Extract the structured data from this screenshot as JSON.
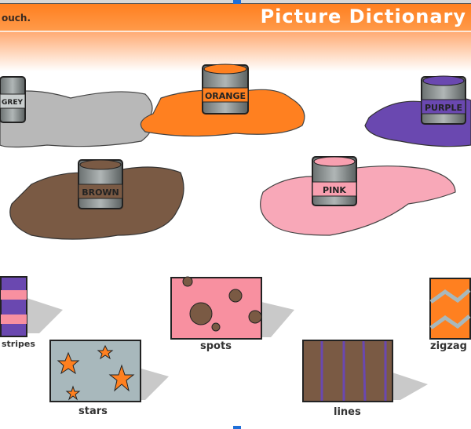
{
  "header": {
    "instruction": "ouch.",
    "title": "Picture Dictionary"
  },
  "paints": [
    {
      "label": "GREY",
      "color": "#b8b8b8"
    },
    {
      "label": "ORANGE",
      "color": "#ff8020"
    },
    {
      "label": "PURPLE",
      "color": "#6a48b0"
    },
    {
      "label": "BROWN",
      "color": "#7a5a44"
    },
    {
      "label": "PINK",
      "color": "#f8a0b0"
    }
  ],
  "patterns": [
    {
      "label": "stripes",
      "color": "#6a48b0"
    },
    {
      "label": "spots",
      "color": "#f890a0"
    },
    {
      "label": "stars",
      "color": "#a8b8bc"
    },
    {
      "label": "lines",
      "color": "#7a5a44"
    },
    {
      "label": "zigzag",
      "color": "#ff8020"
    }
  ]
}
